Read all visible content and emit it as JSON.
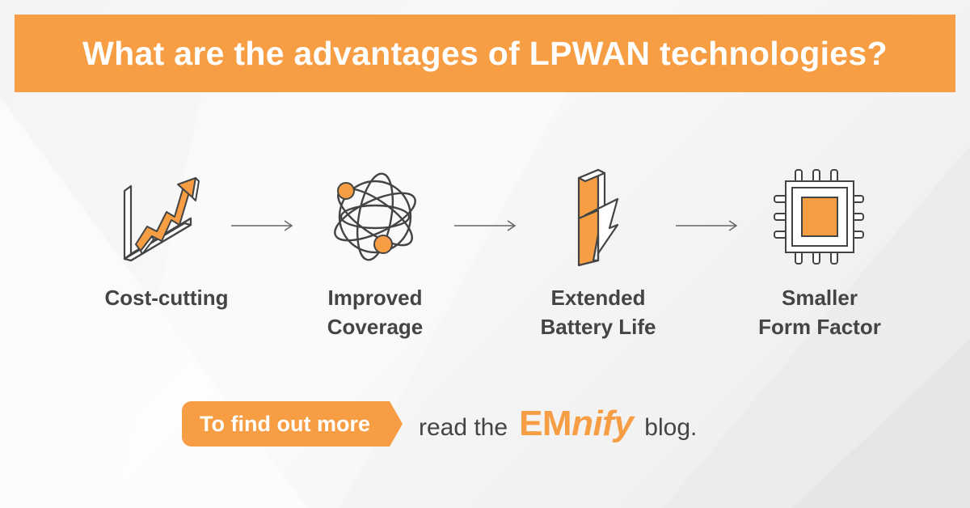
{
  "title": "What are the advantages of LPWAN technologies?",
  "features": [
    {
      "icon": "growth-chart-icon",
      "line1": "Cost-cutting",
      "line2": ""
    },
    {
      "icon": "atom-coverage-icon",
      "line1": "Improved",
      "line2": "Coverage"
    },
    {
      "icon": "lightning-bolt-icon",
      "line1": "Extended",
      "line2": "Battery Life"
    },
    {
      "icon": "microchip-icon",
      "line1": "Smaller",
      "line2": "Form Factor"
    }
  ],
  "cta": {
    "button_label": "To find out more",
    "prefix": "read the",
    "brand_part1": "EM",
    "brand_part2": "nify",
    "suffix": "blog."
  },
  "colors": {
    "accent": "#f79e45",
    "text": "#444444",
    "background": "#f4f4f4"
  }
}
